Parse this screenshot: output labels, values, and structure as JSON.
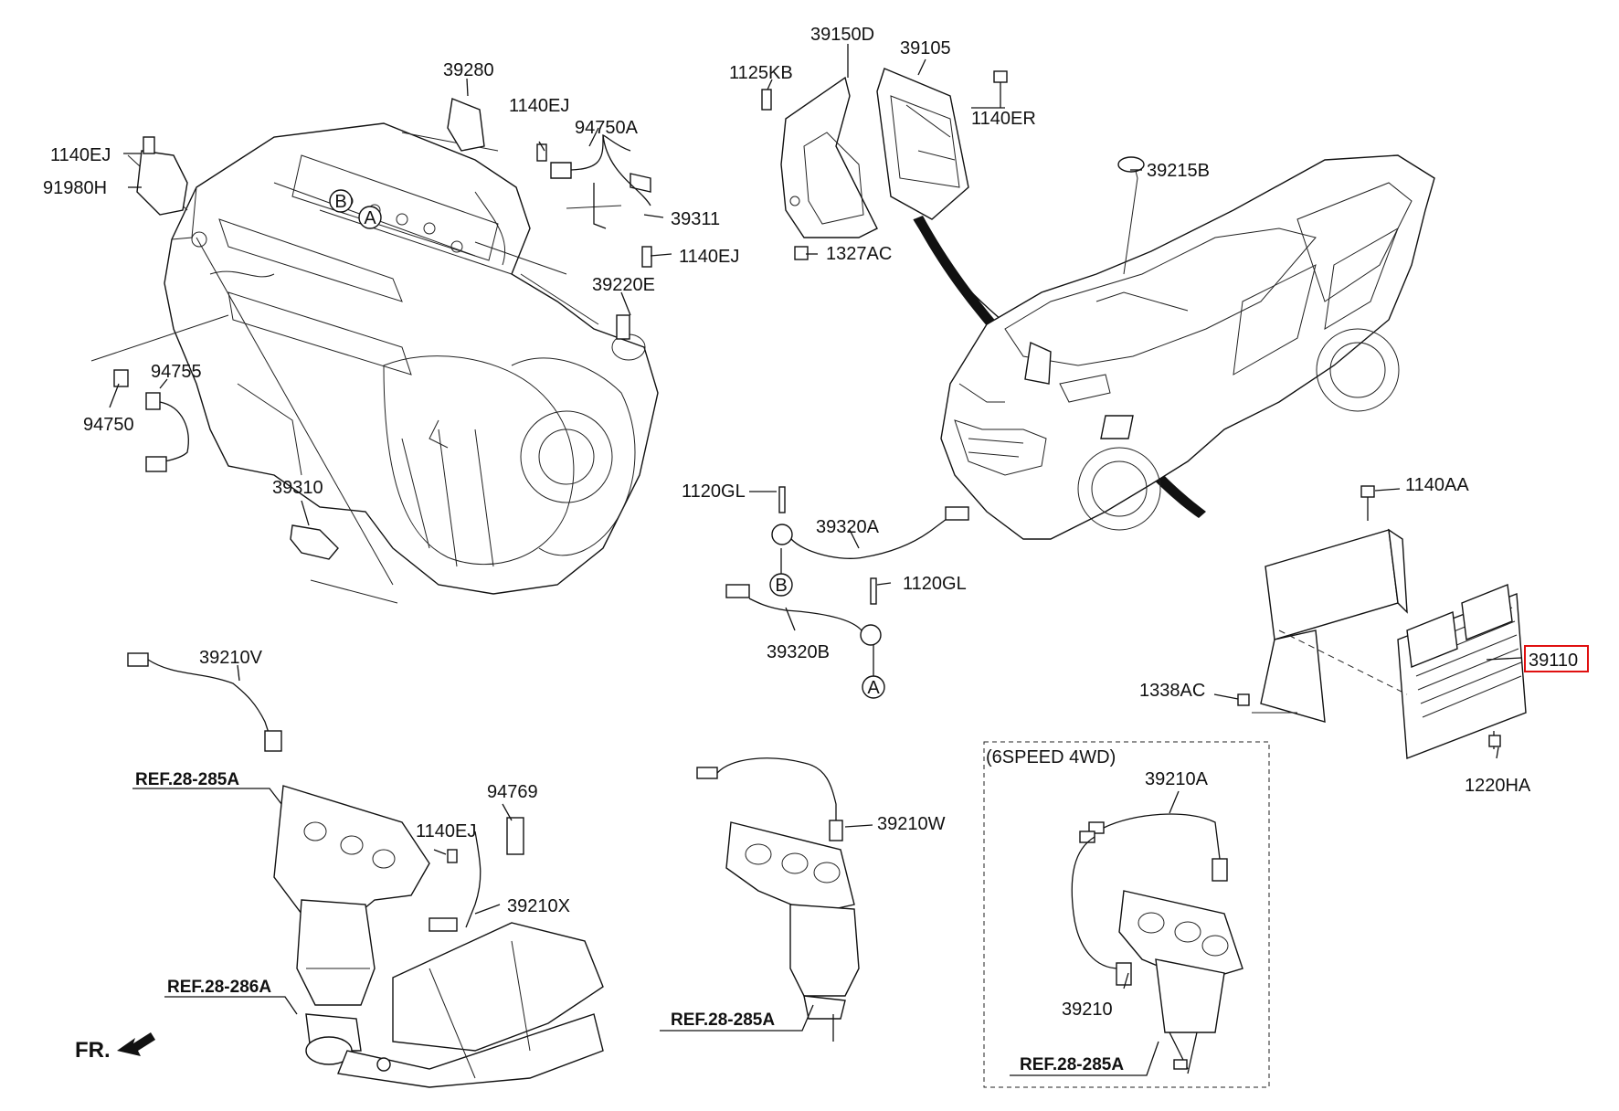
{
  "labels": {
    "p39150D": "39150D",
    "p39105": "39105",
    "p1125KB": "1125KB",
    "p1140ER": "1140ER",
    "p1327AC": "1327AC",
    "p39280": "39280",
    "p1140EJ_top": "1140EJ",
    "p94750A": "94750A",
    "p1140EJ_left": "1140EJ",
    "p91980H": "91980H",
    "p39311": "39311",
    "p1140EJ_mid": "1140EJ",
    "p39220E": "39220E",
    "p94755": "94755",
    "p94750": "94750",
    "p39310": "39310",
    "p39215B": "39215B",
    "p1140AA": "1140AA",
    "p39110": "39110",
    "p1338AC": "1338AC",
    "p1220HA": "1220HA",
    "p1120GL_top": "1120GL",
    "p39320A": "39320A",
    "p1120GL_bot": "1120GL",
    "p39320B": "39320B",
    "p39210V": "39210V",
    "p94769": "94769",
    "p1140EJ_bot": "1140EJ",
    "p39210X": "39210X",
    "p39210W": "39210W",
    "p39210A": "39210A",
    "p39210": "39210",
    "callout_A_engine": "A",
    "callout_B_engine": "B",
    "callout_B_sensor": "B",
    "callout_A_sensor": "A"
  },
  "refs": {
    "ref_285A_left": "REF.28-285A",
    "ref_286A": "REF.28-286A",
    "ref_285A_mid": "REF.28-285A",
    "ref_285A_right": "REF.28-285A"
  },
  "box_title": "(6SPEED 4WD)",
  "front_label": "FR.",
  "highlighted_part": "39110",
  "colors": {
    "line": "#111111",
    "highlight": "#e01010",
    "background": "#ffffff"
  }
}
